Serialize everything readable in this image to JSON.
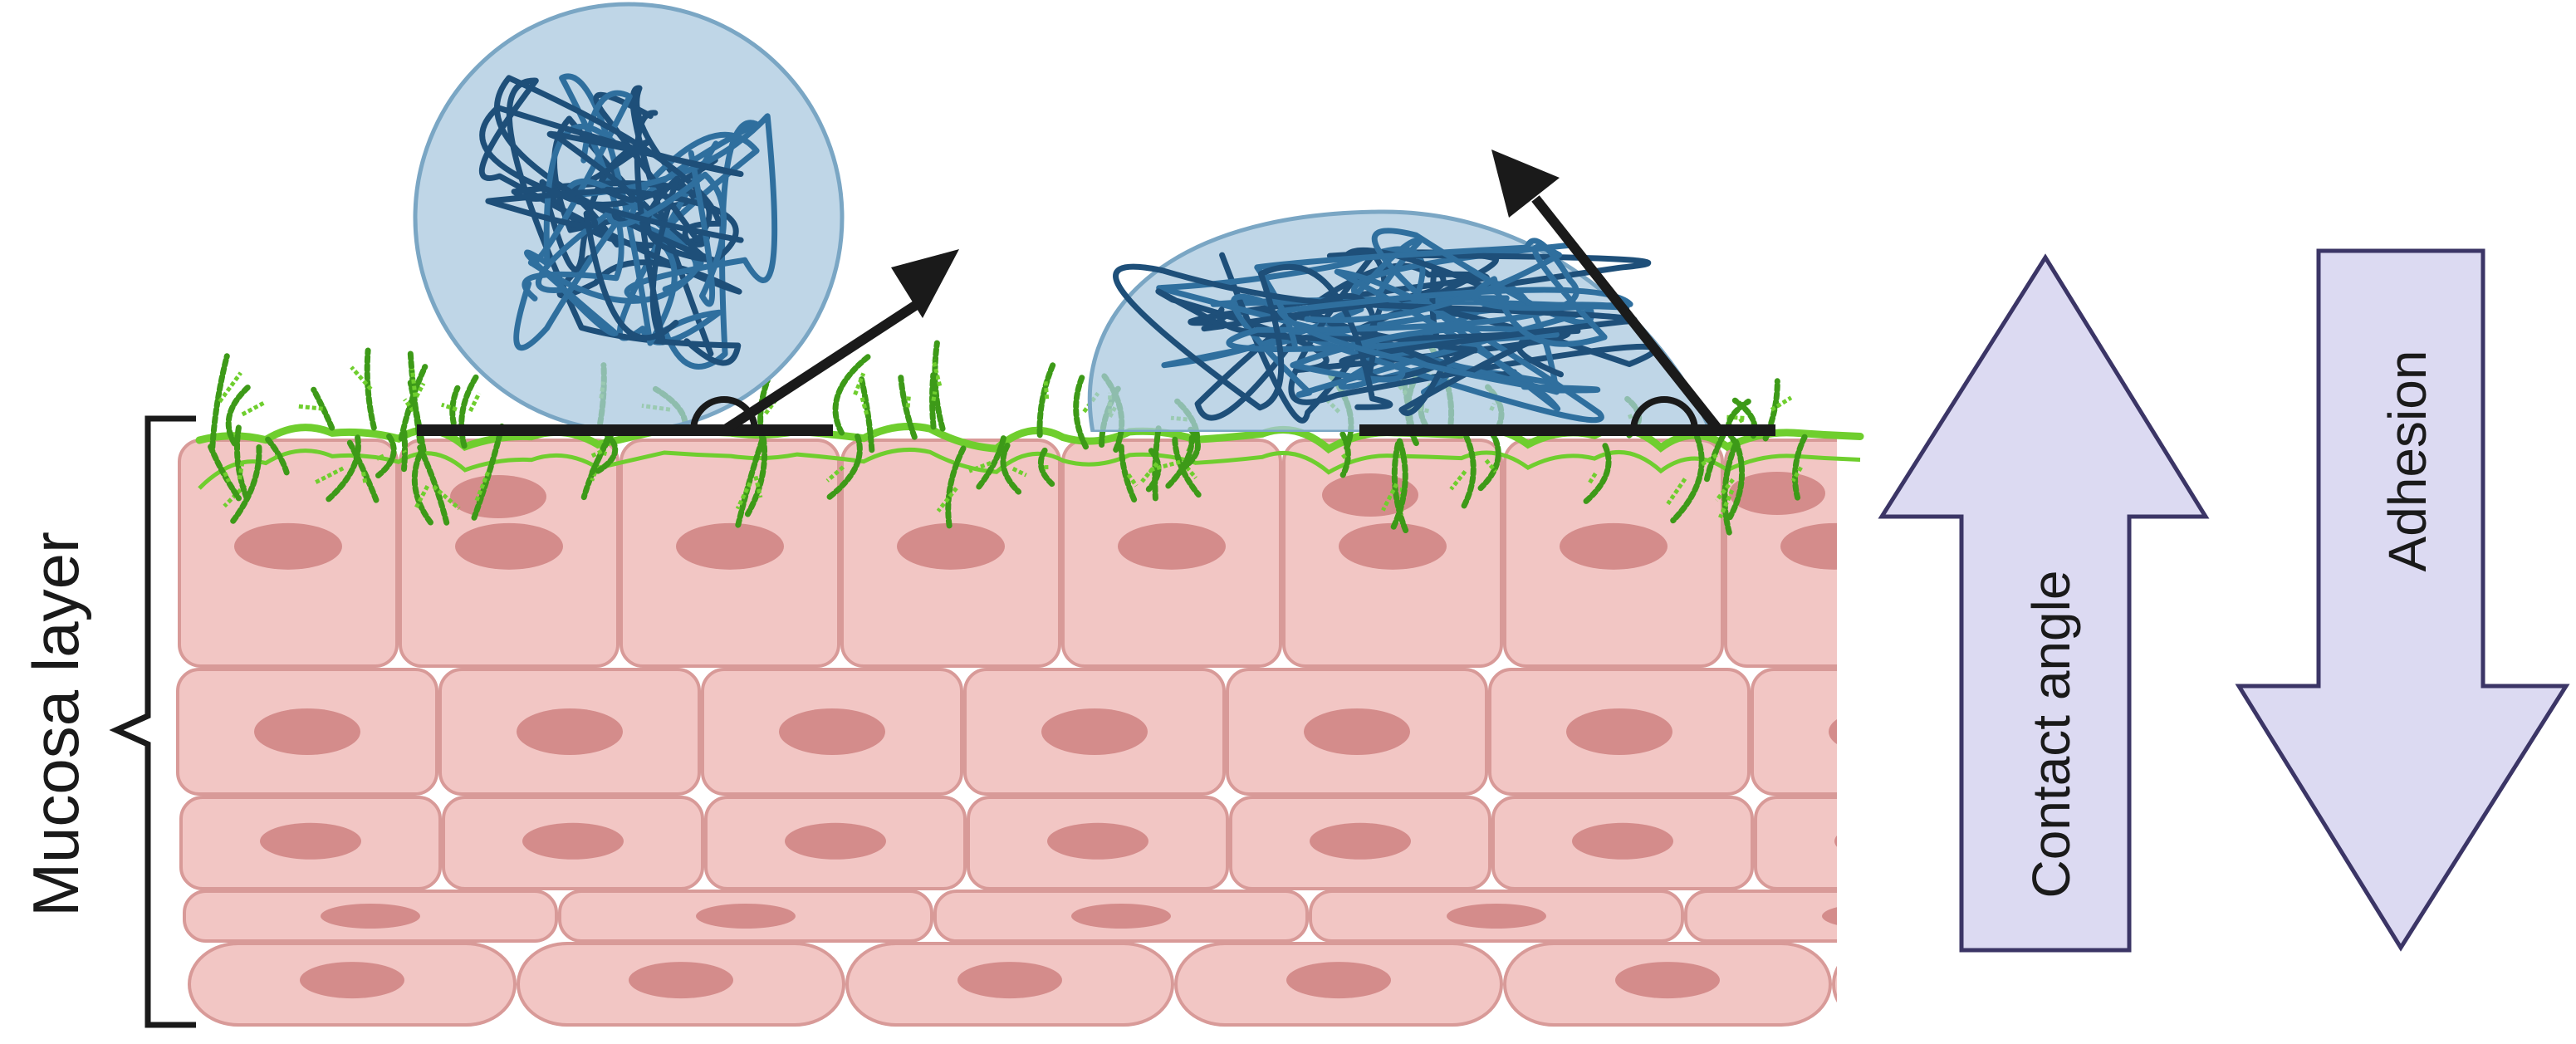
{
  "labels": {
    "mucosa": "Mucosa layer",
    "contact_angle": "Contact angle",
    "adhesion": "Adhesion"
  },
  "colors": {
    "cell_fill": "#f2c6c4",
    "cell_stroke": "#d89a98",
    "nucleus": "#d48c8b",
    "mucus": "#6fce2e",
    "mucus_dark": "#3d9a18",
    "droplet_fill": "#a9c8df",
    "droplet_stroke": "#7aa6c4",
    "polymer_1": "#1e4f79",
    "polymer_2": "#2f6f9e",
    "arrow_fill": "#dcdaf2",
    "arrow_stroke": "#3b3566",
    "line": "#1a1a1a"
  },
  "icons": [
    "mucosa-bracket-icon",
    "contact-angle-arrow-icon",
    "up-arrow-icon",
    "down-arrow-icon"
  ]
}
